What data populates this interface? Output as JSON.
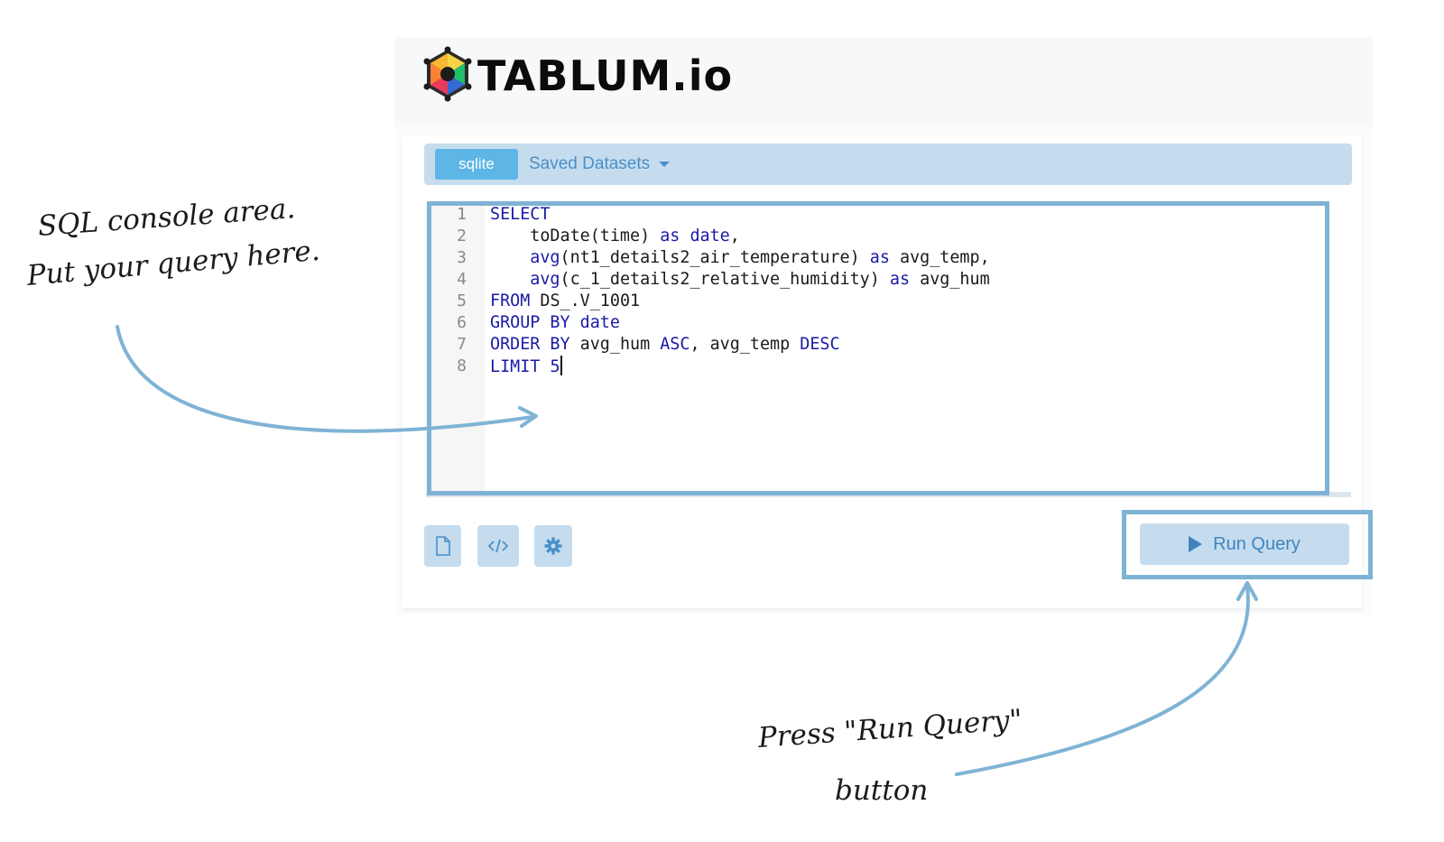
{
  "brand": {
    "name": "TABLUM",
    "dot": ".",
    "suffix": "io"
  },
  "toolbar": {
    "db_tab": "sqlite",
    "datasets_label": "Saved Datasets"
  },
  "editor": {
    "line_numbers": [
      "1",
      "2",
      "3",
      "4",
      "5",
      "6",
      "7",
      "8"
    ],
    "lines": [
      [
        {
          "t": "SELECT",
          "k": "kw"
        }
      ],
      [
        {
          "t": "    toDate(time) ",
          "k": ""
        },
        {
          "t": "as",
          "k": "kw"
        },
        {
          "t": " ",
          "k": ""
        },
        {
          "t": "date",
          "k": "kw"
        },
        {
          "t": ",",
          "k": ""
        }
      ],
      [
        {
          "t": "    avg",
          "k": "kw"
        },
        {
          "t": "(nt1_details2_air_temperature) ",
          "k": ""
        },
        {
          "t": "as",
          "k": "kw"
        },
        {
          "t": " avg_temp,",
          "k": ""
        }
      ],
      [
        {
          "t": "    avg",
          "k": "kw"
        },
        {
          "t": "(c_1_details2_relative_humidity) ",
          "k": ""
        },
        {
          "t": "as",
          "k": "kw"
        },
        {
          "t": " avg_hum",
          "k": ""
        }
      ],
      [
        {
          "t": "FROM",
          "k": "kw"
        },
        {
          "t": " DS_.V_1001",
          "k": ""
        }
      ],
      [
        {
          "t": "GROUP BY",
          "k": "kw"
        },
        {
          "t": " ",
          "k": ""
        },
        {
          "t": "date",
          "k": "kw"
        }
      ],
      [
        {
          "t": "ORDER BY",
          "k": "kw"
        },
        {
          "t": " avg_hum ",
          "k": ""
        },
        {
          "t": "ASC",
          "k": "kw"
        },
        {
          "t": ", avg_temp ",
          "k": ""
        },
        {
          "t": "DESC",
          "k": "kw"
        }
      ],
      [
        {
          "t": "LIMIT",
          "k": "kw"
        },
        {
          "t": " ",
          "k": ""
        },
        {
          "t": "5",
          "k": "kw"
        }
      ]
    ]
  },
  "actions": {
    "run_label": "Run Query"
  },
  "annotations": {
    "console_line1": "SQL console area.",
    "console_line2": "Put your query here.",
    "run_line1": "Press \"Run Query\"",
    "run_line2": "button"
  },
  "icons": {
    "new_file": "file-icon",
    "embed": "code-icon",
    "settings": "gear-icon",
    "run": "play-icon"
  },
  "colors": {
    "accent": "#5db6e6",
    "toolbar_bg": "#c5dcef",
    "keyword": "#1a1aa6",
    "highlight": "#7fb3d5"
  }
}
